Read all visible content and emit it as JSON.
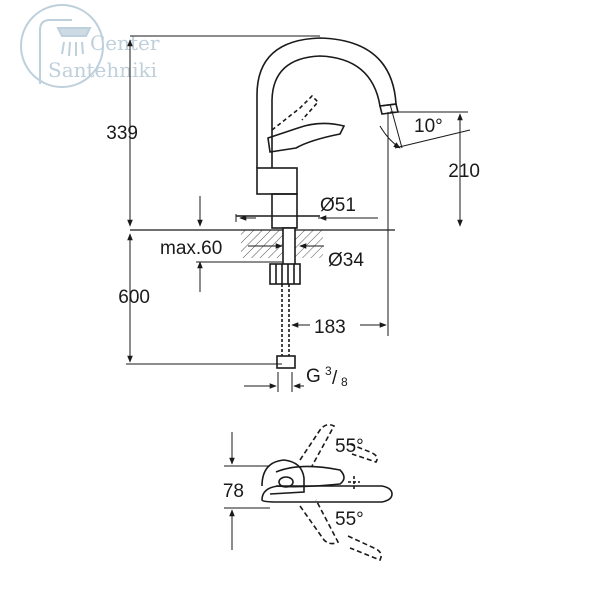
{
  "watermark": {
    "line1": "Center",
    "line2": "Santehniki",
    "icon": "shower-logo-icon",
    "color": "#b8cbd8"
  },
  "dimensions": {
    "total_height": "339",
    "below_counter": "600",
    "spout_height": "210",
    "spout_angle": "10°",
    "base_diameter": "Ø51",
    "hole_diameter": "Ø34",
    "max_thickness": "max.60",
    "spout_reach": "183",
    "connection_prefix": "G",
    "connection_num": "3",
    "connection_den": "8",
    "handle_depth": "78",
    "rotation_up": "55°",
    "rotation_down": "55°"
  },
  "colors": {
    "line": "#1a1a1a",
    "hatch": "#555555"
  }
}
